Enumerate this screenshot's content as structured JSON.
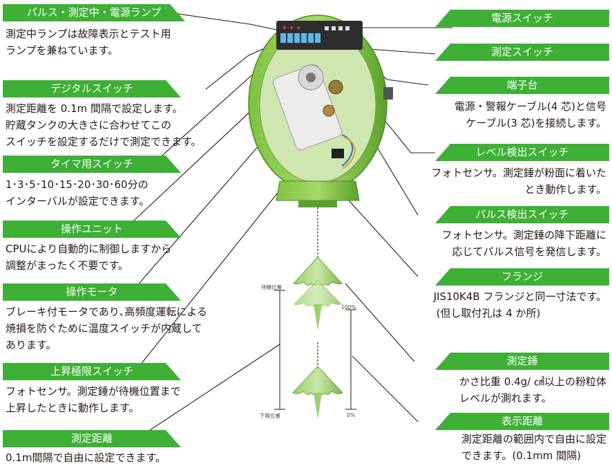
{
  "left": [
    {
      "title": "パルス・測定中・電源ランプ",
      "lines": [
        "測定中ランプは故障表示とテスト用",
        "ランプを兼ねています。"
      ]
    },
    {
      "title": "デジタルスイッチ",
      "lines": [
        "測定距離を 0.1m 間隔で設定します。",
        "貯蔵タンクの大きさに合わせてこの",
        "スイッチを設定するだけで測定できます。"
      ]
    },
    {
      "title": "タイマ用スイッチ",
      "lines": [
        "1･3･5･10･15･20･30･60分の",
        "インターバルが設定できます。"
      ]
    },
    {
      "title": "操作ユニット",
      "lines": [
        "CPUにより自動的に制御しますから",
        "調整がまったく不要です。"
      ]
    },
    {
      "title": "操作モータ",
      "lines": [
        "ブレーキ付モータであり､高頻度運転による",
        "焼損を防ぐために温度スイッチが内蔵して",
        "あります。"
      ]
    },
    {
      "title": "上昇極限スイッチ",
      "lines": [
        "フォトセンサ。測定錘が待機位置まで",
        "上昇したときに動作します。"
      ]
    },
    {
      "title": "測定距離",
      "lines": [
        "0.1m間隔で自由に設定できます。"
      ]
    }
  ],
  "right": [
    {
      "title": "電源スイッチ",
      "lines": []
    },
    {
      "title": "測定スイッチ",
      "lines": []
    },
    {
      "title": "端子台",
      "lines": [
        "電源・警報ケーブル(4 芯)と信号",
        "ケーブル(3 芯)を接続します。"
      ]
    },
    {
      "title": "レベル検出スイッチ",
      "lines": [
        "フォトセンサ。測定錘が粉面に着いた",
        "とき動作します。"
      ]
    },
    {
      "title": "パルス検出スイッチ",
      "lines": [
        "フォトセンサ。測定錘の降下距離に",
        "応じてパルス信号を発信します。"
      ]
    },
    {
      "title": "フランジ",
      "lines": [
        "JIS10K4B フランジと同一寸法です。",
        "(但し取付孔は 4 か所)"
      ]
    },
    {
      "title": "測定錘",
      "lines": [
        "かさ比重 0.4g/ ㎤以上の粉粒体",
        "レベルが測れます。"
      ]
    },
    {
      "title": "表示距離",
      "lines": [
        "測定距離の範囲内で自由に設定",
        "できます。(0.1mm 間隔)"
      ]
    }
  ],
  "scale": {
    "standby": "待機位置",
    "lower_limit": "下限位置",
    "percent_top": "100%",
    "percent_bottom": "0%"
  }
}
